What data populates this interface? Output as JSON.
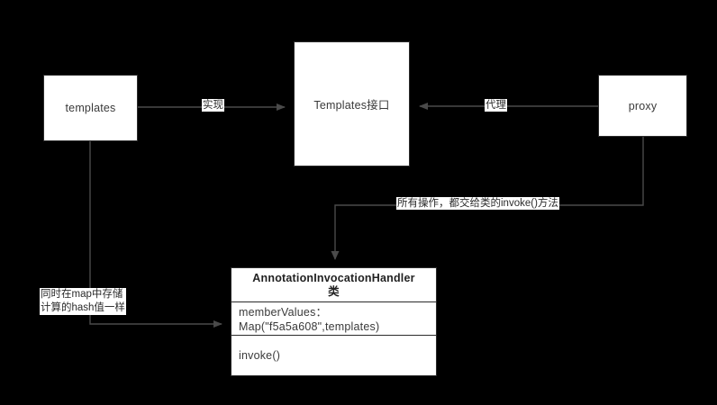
{
  "diagram": {
    "background_color": "#000000",
    "node_fill": "#ffffff",
    "stroke_color": "#3a3a3a",
    "nodes": {
      "templates": {
        "label": "templates"
      },
      "templates_interface": {
        "label": "Templates接口"
      },
      "proxy": {
        "label": "proxy"
      },
      "handler_class": {
        "title_line1": "AnnotationInvocationHandler",
        "title_line2": "类",
        "attribute_line1": "memberValues：",
        "attribute_line2": "Map(\"f5a5a608\",templates)",
        "operation": "invoke()"
      }
    },
    "edges": {
      "templates_to_interface": {
        "label": "实现"
      },
      "proxy_to_interface": {
        "label": "代理"
      },
      "proxy_to_handler": {
        "label": "所有操作，都交给类的invoke()方法"
      },
      "templates_to_handler": {
        "label_line1": "同时在map中存储",
        "label_line2": "计算的hash值一样"
      }
    }
  }
}
